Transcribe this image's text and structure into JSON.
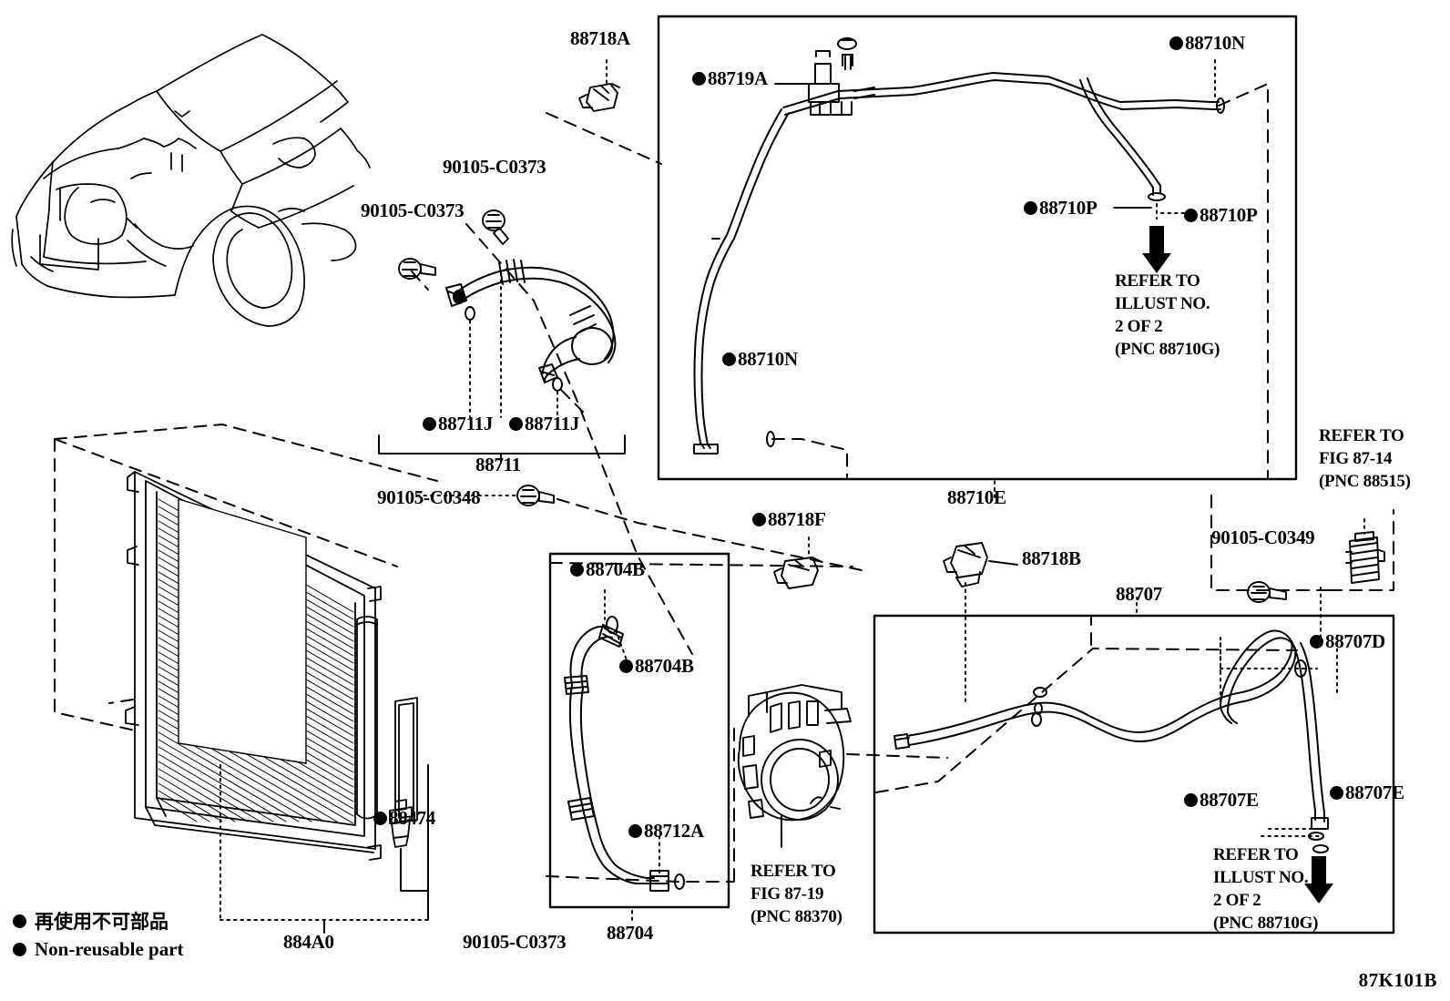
{
  "diagram": {
    "figure_code": "87K101B",
    "legend": [
      {
        "marker": "filled-circle",
        "text": "再使用不可部品"
      },
      {
        "marker": "filled-circle",
        "text": "Non-reusable part"
      }
    ]
  },
  "labels": {
    "l_88718A": {
      "text": "88718A",
      "dot": false
    },
    "l_88719A": {
      "text": "88719A",
      "dot": true
    },
    "l_88710N_top": {
      "text": "88710N",
      "dot": true
    },
    "l_88710P_left": {
      "text": "88710P",
      "dot": true
    },
    "l_88710P_right": {
      "text": "88710P",
      "dot": true
    },
    "l_refer_2of2_top": {
      "line1": "REFER TO",
      "line2": "ILLUST NO.",
      "line3": "2 OF 2",
      "line4": "(PNC 88710G)"
    },
    "l_90105_C0373_a": {
      "text": "90105-C0373",
      "dot": false
    },
    "l_90105_C0373_b": {
      "text": "90105-C0373",
      "dot": false
    },
    "l_88711J_a": {
      "text": "88711J",
      "dot": true
    },
    "l_88711J_b": {
      "text": "88711J",
      "dot": true
    },
    "l_88711": {
      "text": "88711",
      "dot": false
    },
    "l_90105_C0348": {
      "text": "90105-C0348",
      "dot": false
    },
    "l_88710N_mid": {
      "text": "88710N",
      "dot": true
    },
    "l_88710E": {
      "text": "88710E",
      "dot": false
    },
    "l_refer_8714": {
      "line1": "REFER  TO",
      "line2": "FIG 87-14",
      "line3": "(PNC 88515)"
    },
    "l_90105_C0349": {
      "text": "90105-C0349",
      "dot": false
    },
    "l_88718F": {
      "text": "88718F",
      "dot": true
    },
    "l_88718B": {
      "text": "88718B",
      "dot": false
    },
    "l_88707": {
      "text": "88707",
      "dot": false
    },
    "l_88707D": {
      "text": "88707D",
      "dot": true
    },
    "l_88707E_right": {
      "text": "88707E",
      "dot": true
    },
    "l_88707E_left": {
      "text": "88707E",
      "dot": true
    },
    "l_refer_2of2_bottom": {
      "line1": "REFER TO",
      "line2": "ILLUST NO.",
      "line3": "2 OF 2",
      "line4": "(PNC 88710G)"
    },
    "l_88704B_a": {
      "text": "88704B",
      "dot": true
    },
    "l_88704B_b": {
      "text": "88704B",
      "dot": true
    },
    "l_88712A": {
      "text": "88712A",
      "dot": true
    },
    "l_88704": {
      "text": "88704",
      "dot": false
    },
    "l_refer_8719": {
      "line1": "REFER TO",
      "line2": "FIG 87-19",
      "line3": "(PNC 88370)"
    },
    "l_90105_C0373_c": {
      "text": "90105-C0373",
      "dot": false
    },
    "l_88474": {
      "text": "88474",
      "dot": true
    },
    "l_884A0": {
      "text": "884A0",
      "dot": false
    }
  }
}
